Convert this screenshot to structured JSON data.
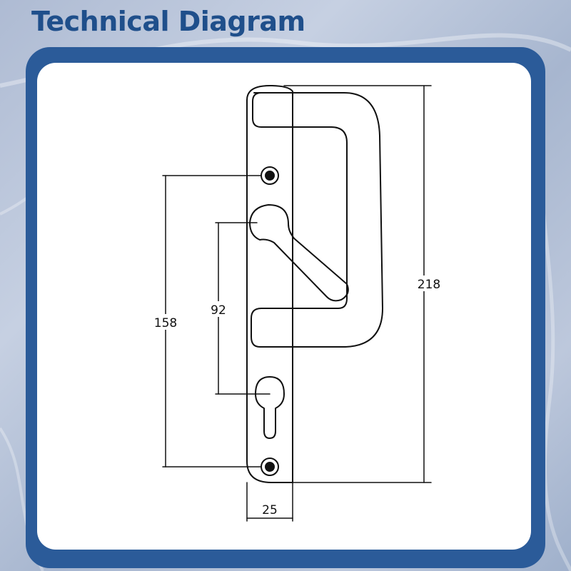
{
  "title": "Technical Diagram",
  "dimensions": {
    "overall_height": "218",
    "screw_centers": "158",
    "handle_to_cylinder": "92",
    "plate_width": "25"
  },
  "colors": {
    "title": "#1f4f8b",
    "frame": "#2b5b99",
    "panel": "#ffffff",
    "line": "#111111"
  }
}
